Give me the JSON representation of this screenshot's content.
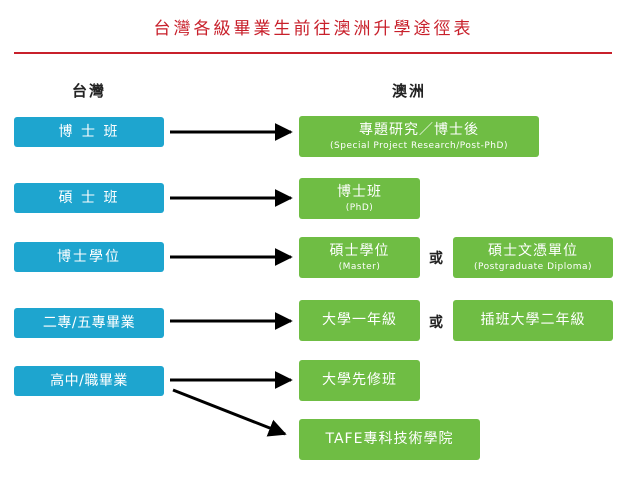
{
  "title": "台灣各級畢業生前往澳洲升學途徑表",
  "headers": {
    "left": "台灣",
    "right": "澳洲"
  },
  "sources": [
    {
      "label": "博 士 班"
    },
    {
      "label": "碩 士 班"
    },
    {
      "label": "博士學位"
    },
    {
      "label": "二專/五專畢業"
    },
    {
      "label": "高中/職畢業"
    }
  ],
  "destinations": [
    {
      "label": "專題研究／博士後",
      "sub": "(Special Project Research/Post-PhD)"
    },
    {
      "label": "博士班",
      "sub": "(PhD)"
    },
    {
      "label": "碩士學位",
      "sub": "(Master)"
    },
    {
      "label": "碩士文憑單位",
      "sub": "(Postgraduate Diploma)"
    },
    {
      "label": "大學一年級"
    },
    {
      "label": "插班大學二年級"
    },
    {
      "label": "大學先修班"
    },
    {
      "label": "TAFE專科技術學院"
    }
  ],
  "connector": "或",
  "colors": {
    "source": "#1ea5cf",
    "destination": "#6fbd44",
    "title": "#c8202b"
  }
}
